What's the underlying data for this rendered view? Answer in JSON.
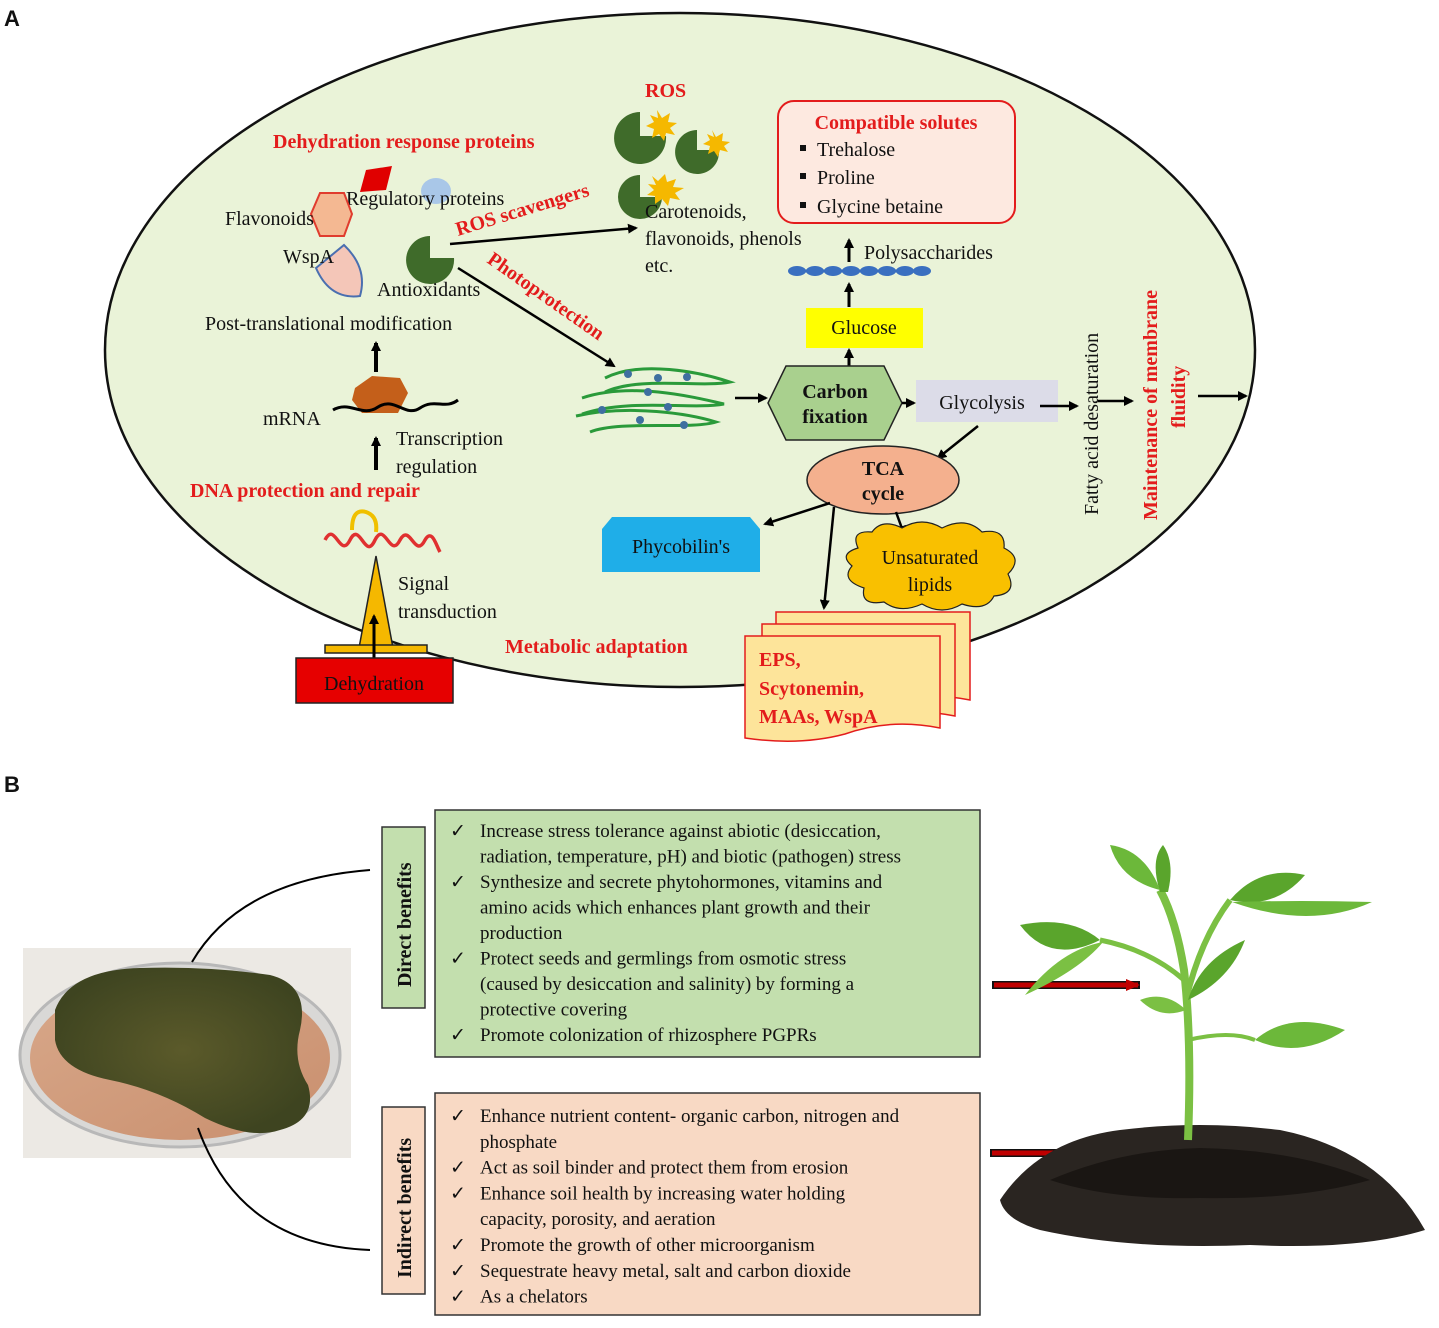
{
  "panel_a": {
    "label": "A",
    "dehydration_response_title": "Dehydration response proteins",
    "regulatory_proteins": "Regulatory proteins",
    "flavonoids": "Flavonoids",
    "wspa": "WspA",
    "antioxidants": "Antioxidants",
    "post_translational": "Post-translational modification",
    "mrna": "mRNA",
    "transcription_1": "Transcription",
    "transcription_2": "regulation",
    "dna_protection": "DNA protection and repair",
    "signal_1": "Signal",
    "signal_2": "transduction",
    "dehydration": "Dehydration",
    "ros": "ROS",
    "ros_scavengers": "ROS scavengers",
    "photoprotection": "Photoprotection",
    "carotenoids_1": "Carotenoids,",
    "carotenoids_2": "flavonoids, phenols",
    "carotenoids_3": "etc.",
    "compatible_solutes_title": "Compatible solutes",
    "compatible_solutes": [
      "Trehalose",
      "Proline",
      "Glycine betaine"
    ],
    "polysaccharides": "Polysaccharides",
    "glucose": "Glucose",
    "carbon_fixation_1": "Carbon",
    "carbon_fixation_2": "fixation",
    "glycolysis": "Glycolysis",
    "tca_1": "TCA",
    "tca_2": "cycle",
    "phycobilins": "Phycobilin's",
    "unsaturated_1": "Unsaturated",
    "unsaturated_2": "lipids",
    "metabolic_adaptation": "Metabolic adaptation",
    "eps_1": "EPS,",
    "eps_2": "Scytonemin,",
    "eps_3": "MAAs, WspA",
    "fatty_acid": "Fatty acid desaturation",
    "membrane_1": "Maintenance of membrane",
    "membrane_2": "fluidity"
  },
  "panel_b": {
    "label": "B",
    "direct_title": "Direct benefits",
    "indirect_title": "Indirect benefits",
    "check": "✓",
    "direct_items": [
      [
        "Increase stress tolerance against abiotic (desiccation,",
        "radiation, temperature, pH) and biotic (pathogen) stress"
      ],
      [
        "Synthesize and secrete phytohormones, vitamins and",
        "amino acids which enhances plant growth and their",
        "production"
      ],
      [
        "Protect seeds and germlings from  osmotic stress",
        "(caused by desiccation and salinity) by forming a",
        "protective covering"
      ],
      [
        "Promote colonization of rhizosphere PGPRs"
      ]
    ],
    "indirect_items": [
      [
        "Enhance nutrient content- organic carbon, nitrogen and",
        "phosphate"
      ],
      [
        "Act as soil binder and protect them from erosion"
      ],
      [
        "Enhance soil health by increasing water holding",
        "capacity, porosity, and aeration"
      ],
      [
        "Promote the growth of other microorganism"
      ],
      [
        "Sequestrate heavy metal, salt and carbon dioxide"
      ],
      [
        "As a chelators"
      ]
    ]
  },
  "colors": {
    "cell_fill": "#eaf3d8",
    "red_text": "#e31c1c",
    "direct_fill": "#c3dfae",
    "indirect_fill": "#f8d9c4"
  }
}
